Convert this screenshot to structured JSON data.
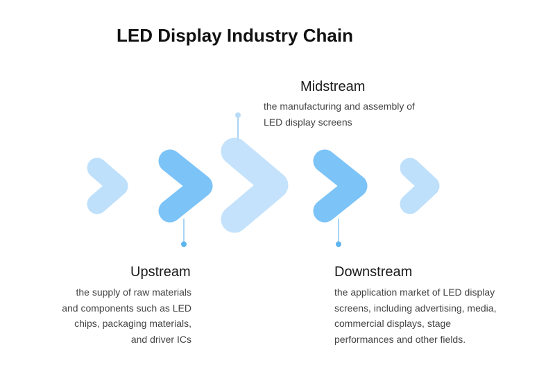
{
  "title": "LED Display Industry Chain",
  "stages": {
    "midstream": {
      "label": "Midstream",
      "description": [
        "the manufacturing and assembly of",
        "LED display screens"
      ]
    },
    "upstream": {
      "label": "Upstream",
      "description": [
        "the supply of raw materials",
        "and components such as LED",
        "chips, packaging materials,",
        "and driver ICs"
      ]
    },
    "downstream": {
      "label": "Downstream",
      "description": [
        "the application market of LED display",
        "screens, including advertising, media,",
        "commercial displays, stage",
        "performances and other fields."
      ]
    }
  },
  "colors": {
    "chevron_light": "#bfe0fb",
    "chevron_mid": "#7cc3f7",
    "connector": "#a9d4f5",
    "dot_dark": "#5eb4ef",
    "dot_light": "#b8dcf7",
    "text": "#444444",
    "title": "#111111"
  }
}
